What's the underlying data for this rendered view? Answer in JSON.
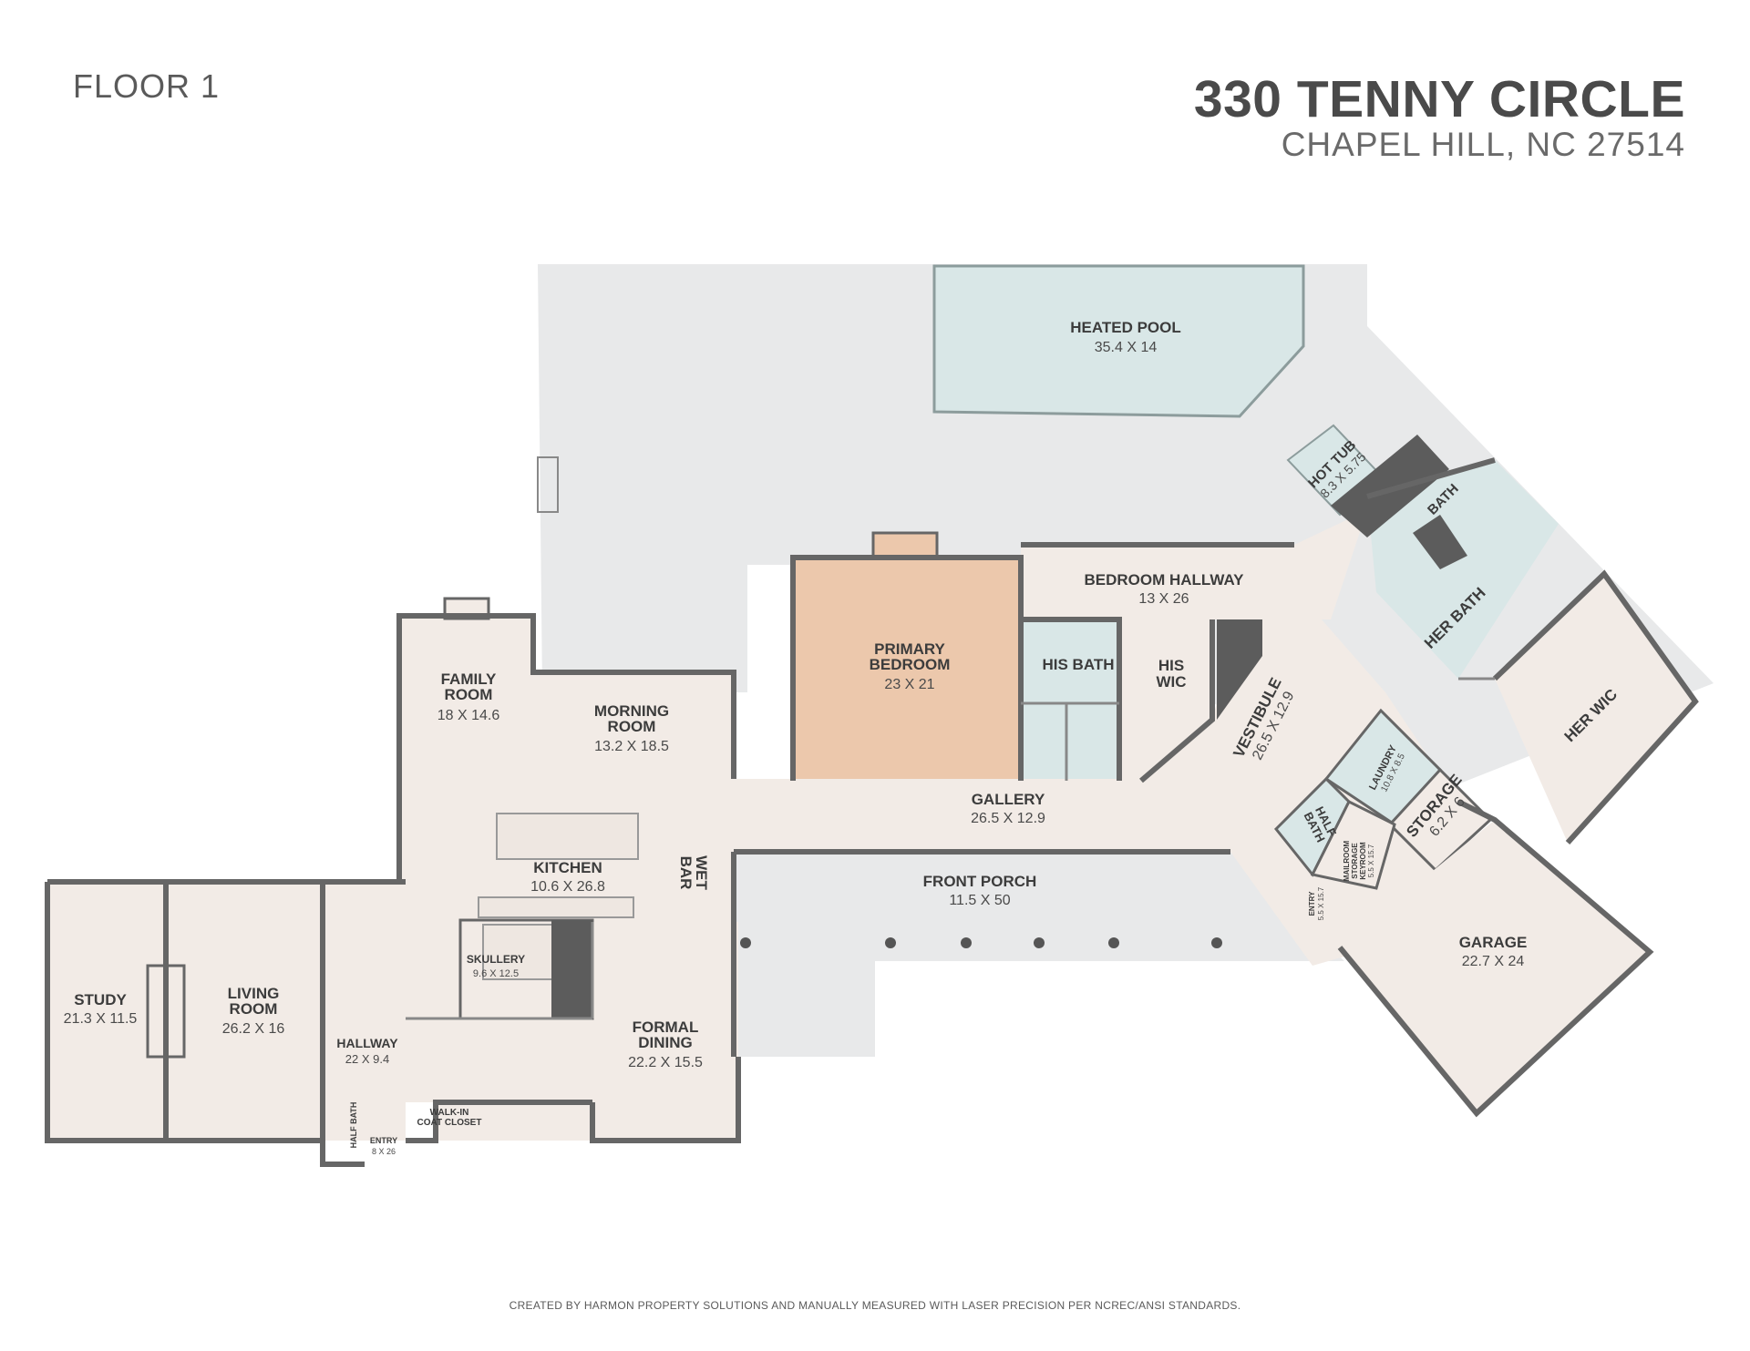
{
  "header": {
    "floor": "FLOOR 1",
    "address": "330 TENNY CIRCLE",
    "city": "CHAPEL HILL, NC 27514"
  },
  "footer": "CREATED BY HARMON PROPERTY SOLUTIONS AND MANUALLY MEASURED WITH LASER PRECISION PER NCREC/ANSI STANDARDS.",
  "colors": {
    "room": "#f2ebe6",
    "wet_room": "#d9e7e7",
    "primary": "#ecc8ac",
    "exterior": "#e8e9ea",
    "wall": "#666666"
  },
  "rooms": {
    "heated_pool": {
      "name": "HEATED POOL",
      "dim": "35.4 X 14"
    },
    "hot_tub": {
      "name": "HOT TUB",
      "dim": "8.3 X 5.75"
    },
    "bath": {
      "name": "BATH"
    },
    "her_bath": {
      "name": "HER BATH"
    },
    "her_wic": {
      "name": "HER WIC"
    },
    "bedroom_hallway": {
      "name": "BEDROOM HALLWAY",
      "dim": "13 X 26"
    },
    "primary_bedroom": {
      "name1": "PRIMARY",
      "name2": "BEDROOM",
      "dim": "23 X 21"
    },
    "his_bath": {
      "name": "HIS BATH"
    },
    "his_wic": {
      "name1": "HIS",
      "name2": "WIC"
    },
    "vestibule": {
      "name": "VESTIBULE",
      "dim": "26.5 X 12.9"
    },
    "laundry": {
      "name": "LAUNDRY",
      "dim": "10.8 X 8.5"
    },
    "storage": {
      "name": "STORAGE",
      "dim": "6.2 X 6"
    },
    "half_bath_right": {
      "name1": "HALF",
      "name2": "BATH"
    },
    "mailroom": {
      "name1": "MAILROOM",
      "name2": "STORAGE",
      "name3": "KEYROOM",
      "dim": "5.5 X 15.7"
    },
    "entry_right": {
      "name": "ENTRY",
      "dim": "5.5 X 15.7"
    },
    "garage": {
      "name": "GARAGE",
      "dim": "22.7 X 24"
    },
    "family_room": {
      "name1": "FAMILY",
      "name2": "ROOM",
      "dim": "18 X 14.6"
    },
    "morning_room": {
      "name1": "MORNING",
      "name2": "ROOM",
      "dim": "13.2 X 18.5"
    },
    "gallery": {
      "name": "GALLERY",
      "dim": "26.5 X 12.9"
    },
    "kitchen": {
      "name": "KITCHEN",
      "dim": "10.6 X 26.8"
    },
    "wet_bar": {
      "name1": "WET",
      "name2": "BAR"
    },
    "front_porch": {
      "name": "FRONT PORCH",
      "dim": "11.5 X 50"
    },
    "skullery": {
      "name": "SKULLERY",
      "dim": "9.6 X 12.5"
    },
    "study": {
      "name": "STUDY",
      "dim": "21.3 X 11.5"
    },
    "living_room": {
      "name1": "LIVING",
      "name2": "ROOM",
      "dim": "26.2 X 16"
    },
    "hallway": {
      "name": "HALLWAY",
      "dim": "22 X 9.4"
    },
    "formal_dining": {
      "name1": "FORMAL",
      "name2": "DINING",
      "dim": "22.2 X 15.5"
    },
    "half_bath_left": {
      "name": "HALF BATH"
    },
    "entry_left": {
      "name": "ENTRY",
      "dim": "8 X 26"
    },
    "walkin_closet": {
      "name1": "WALK-IN",
      "name2": "COAT CLOSET"
    }
  }
}
